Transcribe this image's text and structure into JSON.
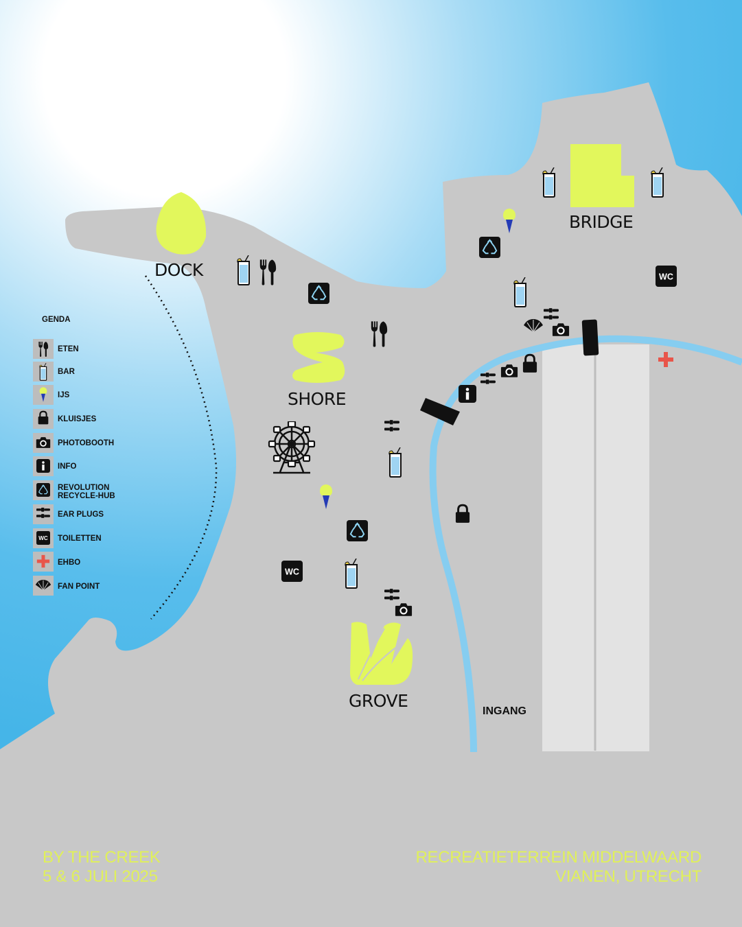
{
  "colors": {
    "land": "#c8c8c8",
    "water": "#4bb8ea",
    "stage": "#e2f75c",
    "footer_text": "#e0f05a",
    "ehbo": "#e8554a",
    "creek": "#86cdf0",
    "road": "#e3e3e3"
  },
  "stages": [
    {
      "id": "dock",
      "label": "DOCK"
    },
    {
      "id": "shore",
      "label": "SHORE"
    },
    {
      "id": "bridge",
      "label": "BRIDGE"
    },
    {
      "id": "grove",
      "label": "GROVE"
    }
  ],
  "legend": {
    "title": "GENDA",
    "items": [
      {
        "icon": "fork-knife-icon",
        "label": "ETEN"
      },
      {
        "icon": "drink-glass-icon",
        "label": "BAR"
      },
      {
        "icon": "ice-cream-icon",
        "label": "IJS"
      },
      {
        "icon": "lock-icon",
        "label": "KLUISJES"
      },
      {
        "icon": "camera-icon",
        "label": "PHOTOBOOTH"
      },
      {
        "icon": "info-icon",
        "label": "INFO"
      },
      {
        "icon": "recycle-icon",
        "label": "REVOLUTION",
        "label2": "RECYCLE-HUB"
      },
      {
        "icon": "ear-plugs-icon",
        "label": "EAR PLUGS"
      },
      {
        "icon": "wc-icon",
        "label": "TOILETTEN"
      },
      {
        "icon": "first-aid-icon",
        "label": "EHBO"
      },
      {
        "icon": "fan-icon",
        "label": "FAN POINT"
      }
    ]
  },
  "map_labels": {
    "entrance": "INGANG",
    "wc": "WC"
  },
  "footer": {
    "event_name": "BY THE CREEK",
    "event_dates": "5 & 6 JULI 2025",
    "venue": "RECREATIETERREIN MIDDELWAARD",
    "location": "VIANEN, UTRECHT"
  }
}
